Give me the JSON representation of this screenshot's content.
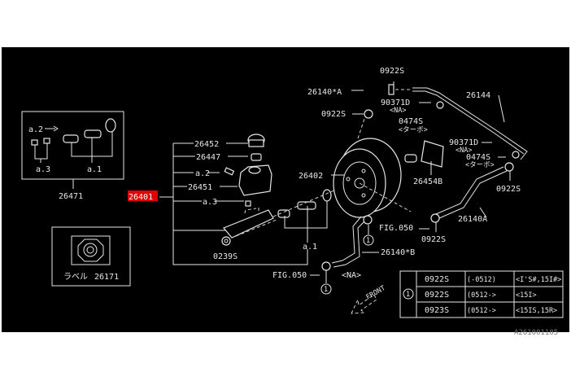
{
  "diagram": {
    "highlight_color": "#e00000",
    "main_part": "26401",
    "kit_box": {
      "part": "26471",
      "items": [
        "a.2",
        "a.3",
        "a.1"
      ]
    },
    "label_box": {
      "label": "ラベル",
      "part": "26171"
    },
    "left_callouts": [
      "26452",
      "26447",
      "a.2",
      "26451",
      "a.3"
    ],
    "callouts": {
      "c0239s": "0239S",
      "c26402": "26402",
      "c0922s_top": "0922S",
      "c26140a_star": "26140*A",
      "c0922s_left": "0922S",
      "c90371d_1": "90371D",
      "na_1": "<NA>",
      "c0474s_1": "0474S",
      "turbo_1": "<ターボ>",
      "c26144": "26144",
      "c90371d_2": "90371D",
      "na_2": "<NA>",
      "c0474s_2": "0474S",
      "turbo_2": "<ターボ>",
      "c26454b": "26454B",
      "c0922s_right": "0922S",
      "c26140a": "26140A",
      "fig050_1": "FIG.050",
      "c0922s_bottom": "0922S",
      "a1": "a.1",
      "c26140b_star": "26140*B",
      "fig050_2": "FIG.050",
      "na_3": "<NA>",
      "ref_mark": "1",
      "front": "FRONT"
    },
    "table": {
      "ref": "1",
      "rows": [
        [
          "0922S",
          "(-0512)",
          "<I'S#,15I#>"
        ],
        [
          "0922S",
          "(0512->",
          "<15I>"
        ],
        [
          "0923S",
          "(0512->",
          "<15IS,15R>"
        ]
      ]
    },
    "drawing_id": "A261001105"
  }
}
